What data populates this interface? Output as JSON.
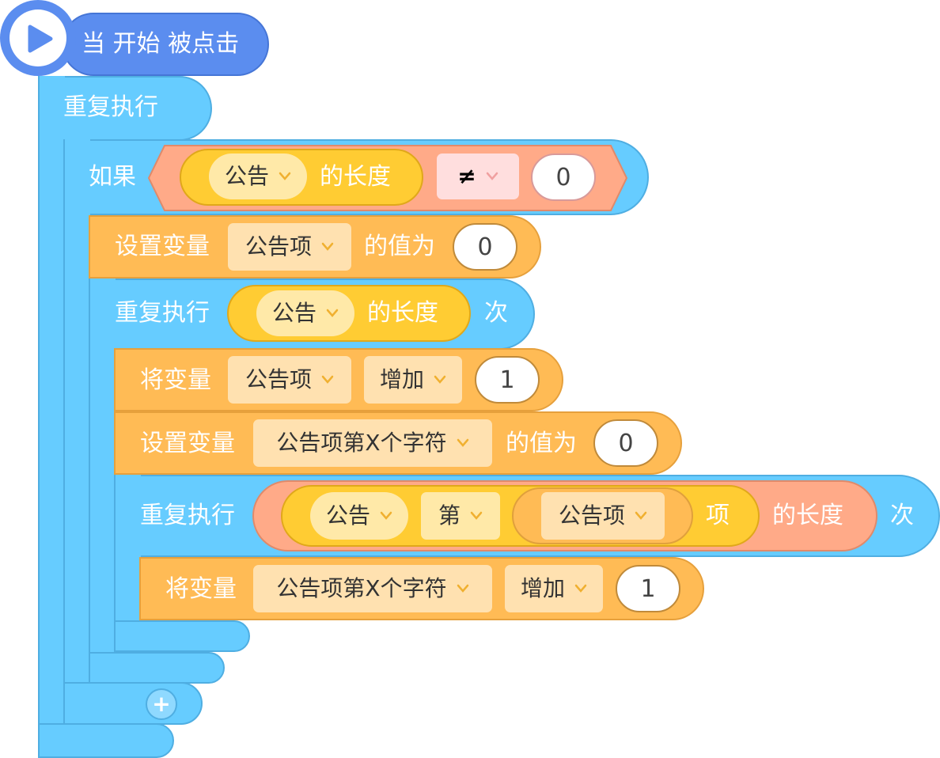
{
  "hat": {
    "label": "当 开始 被点击"
  },
  "forever": {
    "label": "重复执行"
  },
  "if_block": {
    "label": "如果",
    "length_of": "的长度",
    "list_name": "公告",
    "operator": "≠",
    "value": "0"
  },
  "set_var_1": {
    "label": "设置变量",
    "var": "公告项",
    "to": "的值为",
    "value": "0"
  },
  "repeat_1": {
    "label": "重复执行",
    "list_name": "公告",
    "length_of": "的长度",
    "times": "次"
  },
  "change_var_1": {
    "label": "将变量",
    "var": "公告项",
    "op": "增加",
    "value": "1"
  },
  "set_var_2": {
    "label": "设置变量",
    "var": "公告项第X个字符",
    "to": "的值为",
    "value": "0"
  },
  "repeat_2": {
    "label": "重复执行",
    "list_name": "公告",
    "item_of": "第",
    "index_var": "公告项",
    "item_suffix": "项",
    "length_of": "的长度",
    "times": "次"
  },
  "change_var_2": {
    "label": "将变量",
    "var": "公告项第X个字符",
    "op": "增加",
    "value": "1"
  },
  "add_button": {
    "symbol": "+"
  },
  "colors": {
    "event": "#5b8def",
    "control": "#66ccff",
    "variable": "#ffbb55",
    "list": "#ffcc33",
    "operator": "#ffaa88"
  }
}
